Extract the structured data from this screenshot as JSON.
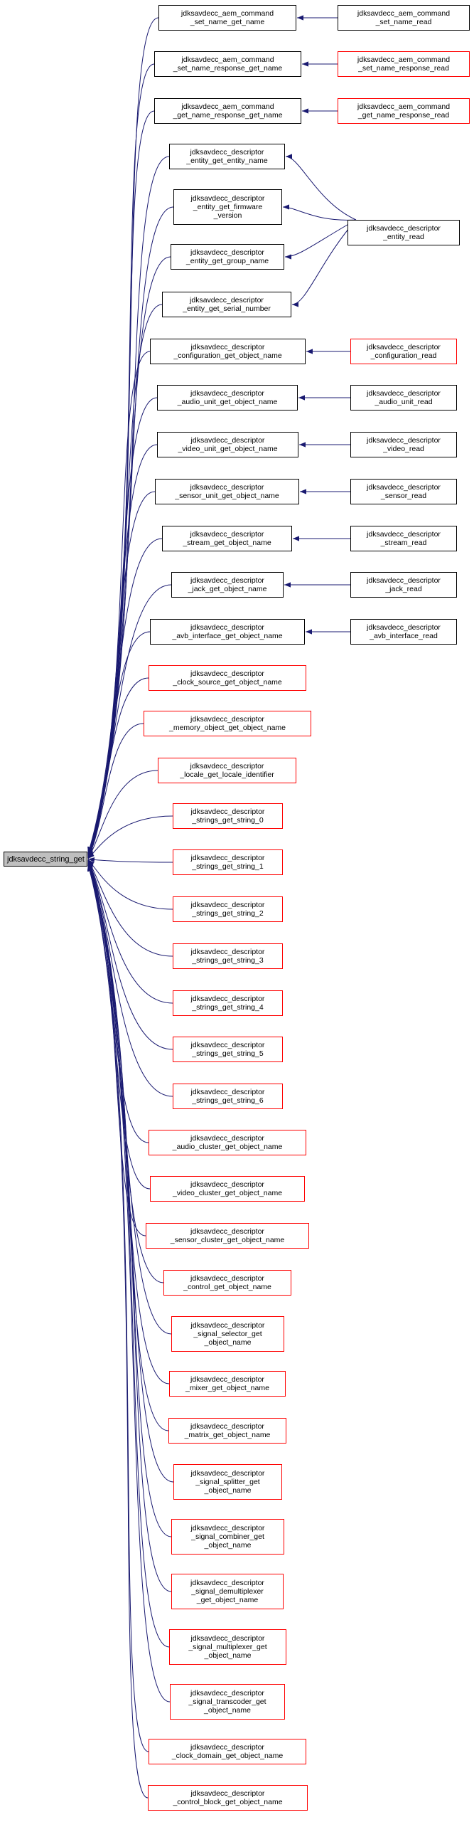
{
  "colors": {
    "edge": "#191970",
    "border_normal": "#000000",
    "border_truncated": "#ff0000",
    "root_fill": "#bfbfbf"
  },
  "root": {
    "id": "root",
    "lines": [
      "jdksavdecc_string_get"
    ]
  },
  "nodes": [
    {
      "id": "n1",
      "lines": [
        "jdksavdecc_aem_command",
        "_set_name_get_name"
      ],
      "red": false
    },
    {
      "id": "n2",
      "lines": [
        "jdksavdecc_aem_command",
        "_set_name_response_get_name"
      ],
      "red": false
    },
    {
      "id": "n3",
      "lines": [
        "jdksavdecc_aem_command",
        "_get_name_response_get_name"
      ],
      "red": false
    },
    {
      "id": "n4",
      "lines": [
        "jdksavdecc_descriptor",
        "_entity_get_entity_name"
      ],
      "red": false
    },
    {
      "id": "n5",
      "lines": [
        "jdksavdecc_descriptor",
        "_entity_get_firmware",
        "_version"
      ],
      "red": false
    },
    {
      "id": "n6",
      "lines": [
        "jdksavdecc_descriptor",
        "_entity_get_group_name"
      ],
      "red": false
    },
    {
      "id": "n7",
      "lines": [
        "jdksavdecc_descriptor",
        "_entity_get_serial_number"
      ],
      "red": false
    },
    {
      "id": "n8",
      "lines": [
        "jdksavdecc_descriptor",
        "_configuration_get_object_name"
      ],
      "red": false
    },
    {
      "id": "n9",
      "lines": [
        "jdksavdecc_descriptor",
        "_audio_unit_get_object_name"
      ],
      "red": false
    },
    {
      "id": "n10",
      "lines": [
        "jdksavdecc_descriptor",
        "_video_unit_get_object_name"
      ],
      "red": false
    },
    {
      "id": "n11",
      "lines": [
        "jdksavdecc_descriptor",
        "_sensor_unit_get_object_name"
      ],
      "red": false
    },
    {
      "id": "n12",
      "lines": [
        "jdksavdecc_descriptor",
        "_stream_get_object_name"
      ],
      "red": false
    },
    {
      "id": "n13",
      "lines": [
        "jdksavdecc_descriptor",
        "_jack_get_object_name"
      ],
      "red": false
    },
    {
      "id": "n14",
      "lines": [
        "jdksavdecc_descriptor",
        "_avb_interface_get_object_name"
      ],
      "red": false
    },
    {
      "id": "n15",
      "lines": [
        "jdksavdecc_descriptor",
        "_clock_source_get_object_name"
      ],
      "red": true
    },
    {
      "id": "n16",
      "lines": [
        "jdksavdecc_descriptor",
        "_memory_object_get_object_name"
      ],
      "red": true
    },
    {
      "id": "n17",
      "lines": [
        "jdksavdecc_descriptor",
        "_locale_get_locale_identifier"
      ],
      "red": true
    },
    {
      "id": "n18",
      "lines": [
        "jdksavdecc_descriptor",
        "_strings_get_string_0"
      ],
      "red": true
    },
    {
      "id": "n19",
      "lines": [
        "jdksavdecc_descriptor",
        "_strings_get_string_1"
      ],
      "red": true
    },
    {
      "id": "n20",
      "lines": [
        "jdksavdecc_descriptor",
        "_strings_get_string_2"
      ],
      "red": true
    },
    {
      "id": "n21",
      "lines": [
        "jdksavdecc_descriptor",
        "_strings_get_string_3"
      ],
      "red": true
    },
    {
      "id": "n22",
      "lines": [
        "jdksavdecc_descriptor",
        "_strings_get_string_4"
      ],
      "red": true
    },
    {
      "id": "n23",
      "lines": [
        "jdksavdecc_descriptor",
        "_strings_get_string_5"
      ],
      "red": true
    },
    {
      "id": "n24",
      "lines": [
        "jdksavdecc_descriptor",
        "_strings_get_string_6"
      ],
      "red": true
    },
    {
      "id": "n25",
      "lines": [
        "jdksavdecc_descriptor",
        "_audio_cluster_get_object_name"
      ],
      "red": true
    },
    {
      "id": "n26",
      "lines": [
        "jdksavdecc_descriptor",
        "_video_cluster_get_object_name"
      ],
      "red": true
    },
    {
      "id": "n27",
      "lines": [
        "jdksavdecc_descriptor",
        "_sensor_cluster_get_object_name"
      ],
      "red": true
    },
    {
      "id": "n28",
      "lines": [
        "jdksavdecc_descriptor",
        "_control_get_object_name"
      ],
      "red": true
    },
    {
      "id": "n29",
      "lines": [
        "jdksavdecc_descriptor",
        "_signal_selector_get",
        "_object_name"
      ],
      "red": true
    },
    {
      "id": "n30",
      "lines": [
        "jdksavdecc_descriptor",
        "_mixer_get_object_name"
      ],
      "red": true
    },
    {
      "id": "n31",
      "lines": [
        "jdksavdecc_descriptor",
        "_matrix_get_object_name"
      ],
      "red": true
    },
    {
      "id": "n32",
      "lines": [
        "jdksavdecc_descriptor",
        "_signal_splitter_get",
        "_object_name"
      ],
      "red": true
    },
    {
      "id": "n33",
      "lines": [
        "jdksavdecc_descriptor",
        "_signal_combiner_get",
        "_object_name"
      ],
      "red": true
    },
    {
      "id": "n34",
      "lines": [
        "jdksavdecc_descriptor",
        "_signal_demultiplexer",
        "_get_object_name"
      ],
      "red": true
    },
    {
      "id": "n35",
      "lines": [
        "jdksavdecc_descriptor",
        "_signal_multiplexer_get",
        "_object_name"
      ],
      "red": true
    },
    {
      "id": "n36",
      "lines": [
        "jdksavdecc_descriptor",
        "_signal_transcoder_get",
        "_object_name"
      ],
      "red": true
    },
    {
      "id": "n37",
      "lines": [
        "jdksavdecc_descriptor",
        "_clock_domain_get_object_name"
      ],
      "red": true
    },
    {
      "id": "n38",
      "lines": [
        "jdksavdecc_descriptor",
        "_control_block_get_object_name"
      ],
      "red": true
    }
  ],
  "callers": [
    {
      "id": "r1",
      "lines": [
        "jdksavdecc_aem_command",
        "_set_name_read"
      ],
      "red": false
    },
    {
      "id": "r2",
      "lines": [
        "jdksavdecc_aem_command",
        "_set_name_response_read"
      ],
      "red": true
    },
    {
      "id": "r3",
      "lines": [
        "jdksavdecc_aem_command",
        "_get_name_response_read"
      ],
      "red": true
    },
    {
      "id": "r4",
      "lines": [
        "jdksavdecc_descriptor",
        "_entity_read"
      ],
      "red": false
    },
    {
      "id": "r5",
      "lines": [
        "jdksavdecc_descriptor",
        "_configuration_read"
      ],
      "red": true
    },
    {
      "id": "r6",
      "lines": [
        "jdksavdecc_descriptor",
        "_audio_unit_read"
      ],
      "red": false
    },
    {
      "id": "r7",
      "lines": [
        "jdksavdecc_descriptor",
        "_video_read"
      ],
      "red": false
    },
    {
      "id": "r8",
      "lines": [
        "jdksavdecc_descriptor",
        "_sensor_read"
      ],
      "red": false
    },
    {
      "id": "r9",
      "lines": [
        "jdksavdecc_descriptor",
        "_stream_read"
      ],
      "red": false
    },
    {
      "id": "r10",
      "lines": [
        "jdksavdecc_descriptor",
        "_jack_read"
      ],
      "red": false
    },
    {
      "id": "r11",
      "lines": [
        "jdksavdecc_descriptor",
        "_avb_interface_read"
      ],
      "red": false
    }
  ],
  "edges": [
    {
      "from": "r1",
      "to": "n1"
    },
    {
      "from": "r2",
      "to": "n2"
    },
    {
      "from": "r3",
      "to": "n3"
    },
    {
      "from": "r4",
      "to": "n4"
    },
    {
      "from": "r4",
      "to": "n5"
    },
    {
      "from": "r4",
      "to": "n6"
    },
    {
      "from": "r4",
      "to": "n7"
    },
    {
      "from": "r5",
      "to": "n8"
    },
    {
      "from": "r6",
      "to": "n9"
    },
    {
      "from": "r7",
      "to": "n10"
    },
    {
      "from": "r8",
      "to": "n11"
    },
    {
      "from": "r9",
      "to": "n12"
    },
    {
      "from": "r10",
      "to": "n13"
    },
    {
      "from": "r11",
      "to": "n14"
    }
  ]
}
